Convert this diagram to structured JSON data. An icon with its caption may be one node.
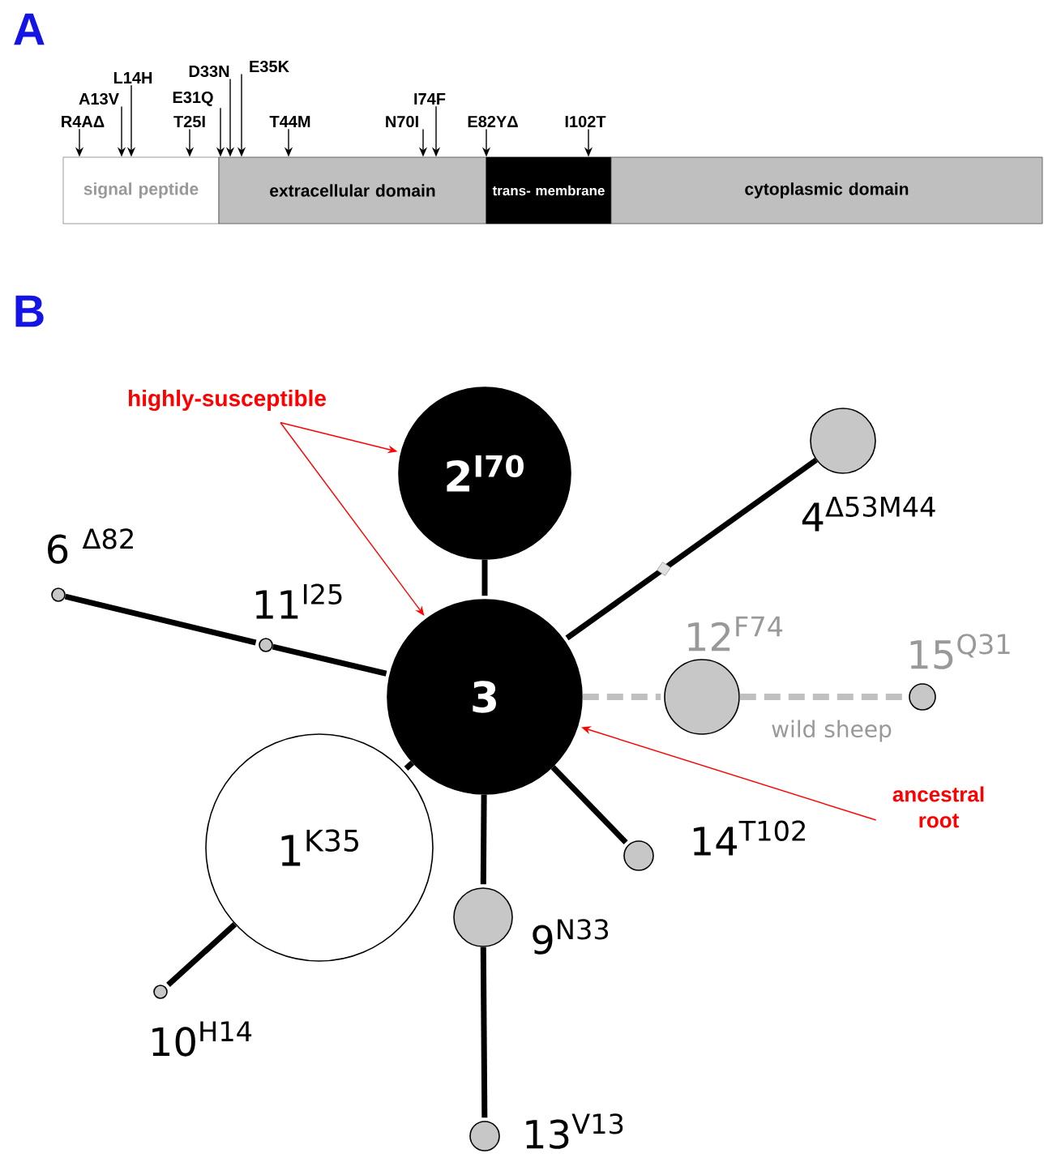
{
  "diagram": {
    "nodes": [
      {
        "text": [
          "R4AΔ"
        ]
      },
      {
        "text": [
          "A13V"
        ]
      },
      {
        "text": [
          "L14H"
        ]
      },
      {
        "text": [
          "T25I"
        ]
      },
      {
        "text": [
          "E31Q"
        ]
      },
      {
        "text": [
          "D33N"
        ]
      },
      {
        "text": [
          "E35K"
        ]
      },
      {
        "text": [
          "T44M"
        ]
      },
      {
        "text": [
          "N70I"
        ]
      },
      {
        "text": [
          "I74F"
        ]
      },
      {
        "text": [
          "E82YΔ"
        ]
      },
      {
        "text": [
          "I102T"
        ]
      },
      {
        "text": [
          "signal peptide"
        ]
      },
      {
        "text": [
          "extracellular domain"
        ]
      },
      {
        "text": [
          "trans- membrane"
        ]
      },
      {
        "text": [
          "cytoplasmic domain"
        ]
      },
      {
        "text": [
          "highly-susceptible"
        ]
      },
      {
        "text": [
          "2$^{I70}$"
        ]
      },
      {
        "text": [],
        "shape": "circle",
        "beside": [
          "4$^{Δ53M44}$"
        ]
      },
      {
        "text": [],
        "shape": "circle",
        "beside": [
          "6 $^{Δ82}$"
        ]
      },
      {
        "text": [],
        "shape": "circle",
        "beside": [
          "11$^{I25}$"
        ]
      },
      {
        "text": [
          "3"
        ]
      },
      {
        "text": [],
        "shape": "circle",
        "beside": [
          "12$^{F74}$"
        ]
      },
      {
        "text": [],
        "shape": "circle",
        "beside": [
          "15$^{Q31}$"
        ]
      },
      {
        "text": [
          "ancestral root"
        ]
      },
      {
        "text": [
          "1$^{K35}$"
        ]
      },
      {
        "text": [],
        "shape": "circle",
        "beside": [
          "14$^{T102}$"
        ]
      },
      {
        "text": [],
        "shape": "circle",
        "beside": [
          "9$^{N33}$"
        ]
      },
      {
        "text": [],
        "shape": "circle",
        "beside": [
          "10$^{H14}$"
        ]
      },
      {
        "text": [],
        "shape": "circle",
        "beside": [
          "13$^{V13}$"
        ]
      }
    ],
    "edges": [
      {
        "from": 0,
        "to": 12,
        "arrow": "to"
      },
      {
        "from": 1,
        "to": 12,
        "arrow": "to"
      },
      {
        "from": 2,
        "to": 12,
        "arrow": "to"
      },
      {
        "from": 3,
        "to": 12,
        "arrow": "to"
      },
      {
        "from": 4,
        "to": 13,
        "arrow": "to"
      },
      {
        "from": 5,
        "to": 13,
        "arrow": "to"
      },
      {
        "from": 6,
        "to": 13,
        "arrow": "to"
      },
      {
        "from": 7,
        "to": 13,
        "arrow": "to"
      },
      {
        "from": 8,
        "to": 13,
        "arrow": "to"
      },
      {
        "from": 9,
        "to": 13,
        "arrow": "to"
      },
      {
        "from": 10,
        "to": 14,
        "arrow": "to"
      },
      {
        "from": 11,
        "to": 14,
        "arrow": "to"
      },
      {
        "from": 16,
        "to": 17,
        "arrow": "to",
        "color": "#ff0000"
      },
      {
        "from": 16,
        "to": 21,
        "arrow": "to",
        "color": "#ff0000"
      },
      {
        "from": 17,
        "to": 21,
        "arrow": "none",
        "style": "thick"
      },
      {
        "from": 18,
        "to": 21,
        "arrow": "none",
        "style": "thick"
      },
      {
        "from": 19,
        "to": 20,
        "arrow": "none",
        "style": "thick"
      },
      {
        "from": 20,
        "to": 21,
        "arrow": "none",
        "style": "thick"
      },
      {
        "from": 21,
        "to": 22,
        "arrow": "none",
        "style": "dashed",
        "color": "#c0c0c0"
      },
      {
        "from": 22,
        "to": 23,
        "arrow": "none",
        "style": "dashed",
        "color": "#c0c0c0"
      },
      {
        "from": 24,
        "to": 21,
        "arrow": "to",
        "color": "#ff0000"
      },
      {
        "from": 21,
        "to": 25,
        "arrow": "none",
        "style": "thick"
      },
      {
        "from": 25,
        "to": 28,
        "arrow": "none",
        "style": "thick"
      },
      {
        "from": 21,
        "to": 26,
        "arrow": "none",
        "style": "thick"
      },
      {
        "from": 21,
        "to": 27,
        "arrow": "none",
        "style": "thick"
      },
      {
        "from": 27,
        "to": 29,
        "arrow": "none",
        "style": "thick"
      }
    ],
    "labels": [
      "A",
      "B",
      "wild sheep"
    ]
  }
}
